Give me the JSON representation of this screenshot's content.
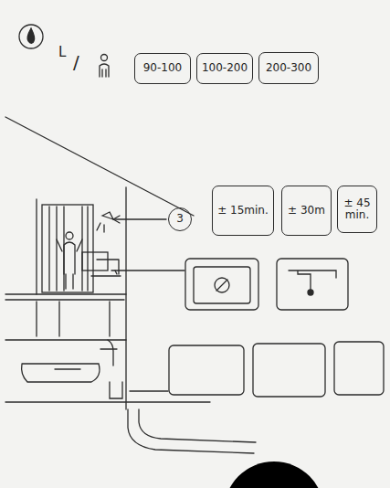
{
  "diagram": {
    "nodes": [
      {
        "text": [
          "90-100"
        ]
      },
      {
        "text": [
          "100-200"
        ]
      },
      {
        "text": [
          "200-300"
        ]
      },
      {
        "text": [
          "3"
        ]
      },
      {
        "text": [
          "± 15min."
        ]
      },
      {
        "text": [
          "± 30m"
        ]
      },
      {
        "text": [
          "± 45 min."
        ]
      }
    ],
    "labels": [
      "L",
      "/"
    ]
  }
}
